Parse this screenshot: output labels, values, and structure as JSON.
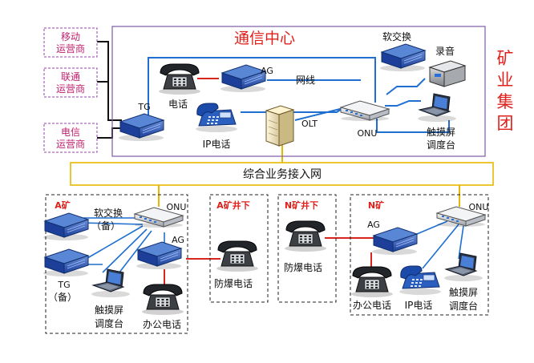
{
  "colors": {
    "blue_link": "#1f6fd1",
    "red_link": "#d8261f",
    "dark_link": "#111111",
    "yellow_link": "#e8b800",
    "operator_border": "#9b3fb3",
    "operator_text": "#c0206e",
    "center_border": "#7d5ba6",
    "title_red": "#e0201b"
  },
  "operators": [
    {
      "line1": "移动",
      "line2": "运营商"
    },
    {
      "line1": "联通",
      "line2": "运营商"
    },
    {
      "line1": "电信",
      "line2": "运营商"
    }
  ],
  "center": {
    "title": "通信中心",
    "group_title": [
      "矿",
      "业",
      "集",
      "团"
    ],
    "labels": {
      "tg": "TG",
      "phone": "电话",
      "ag": "AG",
      "wire": "网线",
      "soft_switch": "软交换",
      "recorder": "录音",
      "ip_phone": "IP电话",
      "olt": "OLT",
      "onu": "ONU",
      "touch_console": [
        "触摸屏",
        "调度台"
      ]
    }
  },
  "access_network": "综合业务接入网",
  "mine_a": {
    "title": "A矿",
    "onu": "ONU",
    "soft_switch_backup": [
      "软交换",
      "（备）"
    ],
    "tg_backup": [
      "TG",
      "（备）"
    ],
    "ag": "AG",
    "touch_console": [
      "触摸屏",
      "调度台"
    ],
    "office_phone": "办公电话"
  },
  "mine_a_under": {
    "title": "A矿井下",
    "explosion_phone": "防爆电话"
  },
  "mine_n_under": {
    "title": "N矿井下",
    "explosion_phone": "防爆电话"
  },
  "mine_n": {
    "title": "N矿",
    "onu": "ONU",
    "ag": "AG",
    "office_phone": "办公电话",
    "ip_phone": "IP电话",
    "touch_console": [
      "触摸屏",
      "调度台"
    ]
  }
}
